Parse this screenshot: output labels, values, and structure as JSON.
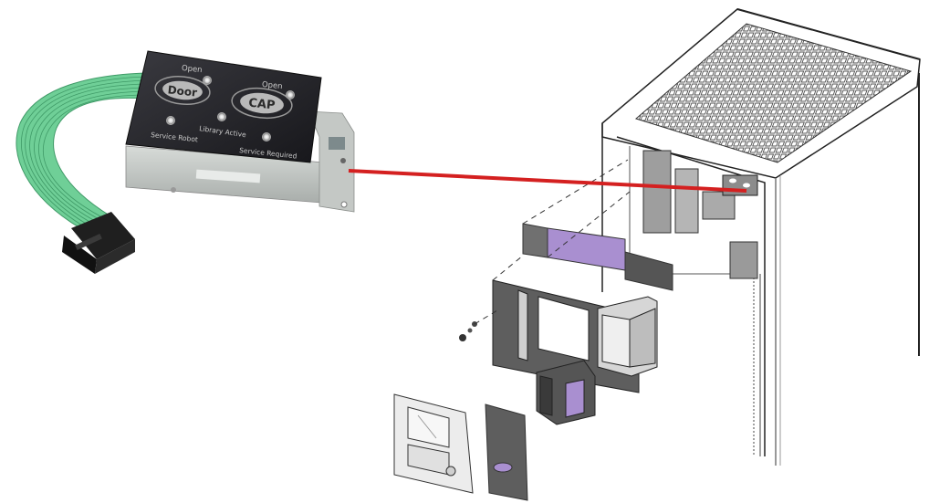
{
  "figure": {
    "description": "Operator panel module with ribbon cable, linked by a red leader line to its mounting location in an exploded cabinet drawing",
    "leader_line_color": "#d42020",
    "cable_color": "#5fbf8a",
    "accent_purple": "#a98fd0"
  },
  "operator_panel": {
    "buttons": [
      {
        "label": "Door",
        "indicator_label": "Open"
      },
      {
        "label": "CAP",
        "indicator_label": "Open"
      }
    ],
    "indicators": [
      {
        "label": "Service Robot"
      },
      {
        "label": "Library Active"
      },
      {
        "label": "Service Required"
      }
    ]
  }
}
